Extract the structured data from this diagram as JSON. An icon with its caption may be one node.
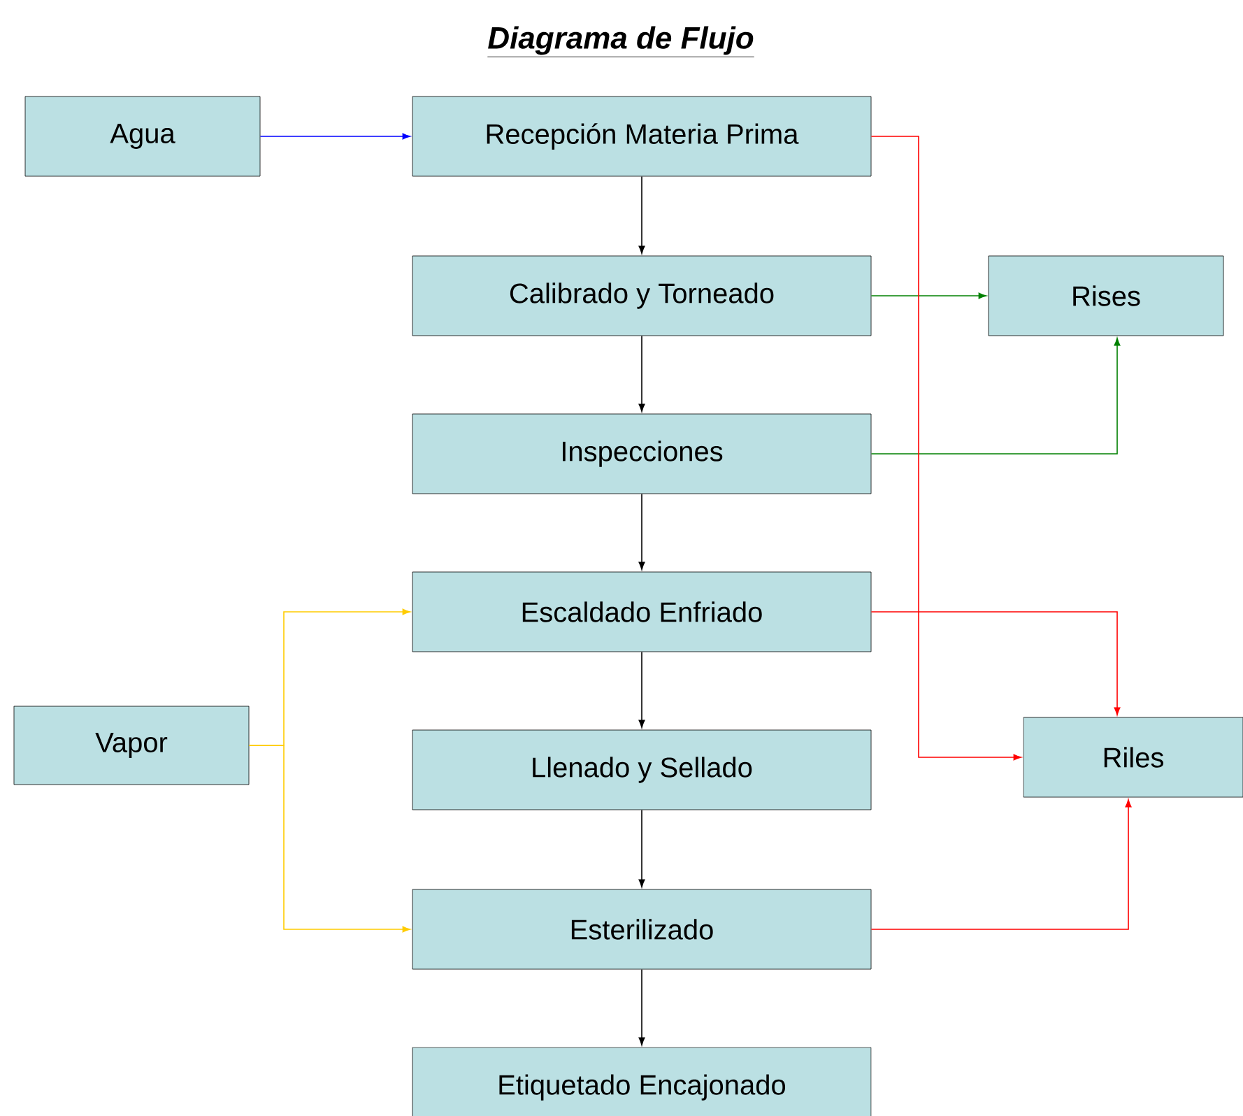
{
  "diagram": {
    "title": "Diagrama de Flujo",
    "nodes": [
      {
        "text": [
          "Agua"
        ]
      },
      {
        "text": [
          "Recepción Materia Prima"
        ]
      },
      {
        "text": [
          "Calibrado y Torneado"
        ]
      },
      {
        "text": [
          "Inspecciones"
        ]
      },
      {
        "text": [
          "Escaldado Enfriado"
        ]
      },
      {
        "text": [
          "Llenado y Sellado"
        ]
      },
      {
        "text": [
          "Esterilizado"
        ]
      },
      {
        "text": [
          "Etiquetado Encajonado"
        ]
      },
      {
        "text": [
          "Rises"
        ]
      },
      {
        "text": [
          "Vapor"
        ]
      },
      {
        "text": [
          "Riles"
        ]
      }
    ],
    "edges": [
      {
        "from": 0,
        "to": 1,
        "arrow": "to",
        "color": "#0000ff"
      },
      {
        "from": 1,
        "to": 2,
        "arrow": "to"
      },
      {
        "from": 2,
        "to": 3,
        "arrow": "to"
      },
      {
        "from": 3,
        "to": 4,
        "arrow": "to"
      },
      {
        "from": 4,
        "to": 5,
        "arrow": "to"
      },
      {
        "from": 5,
        "to": 6,
        "arrow": "to"
      },
      {
        "from": 6,
        "to": 7,
        "arrow": "to"
      },
      {
        "from": 2,
        "to": 8,
        "arrow": "to",
        "color": "#008000"
      },
      {
        "from": 3,
        "to": 8,
        "arrow": "to",
        "color": "#008000"
      },
      {
        "from": 1,
        "to": 10,
        "arrow": "to",
        "color": "#ff0000"
      },
      {
        "from": 4,
        "to": 10,
        "arrow": "to",
        "color": "#ff0000"
      },
      {
        "from": 6,
        "to": 10,
        "arrow": "to",
        "color": "#ff0000"
      },
      {
        "from": 9,
        "to": 4,
        "arrow": "to",
        "color": "#ffcc00"
      },
      {
        "from": 9,
        "to": 6,
        "arrow": "to",
        "color": "#ffcc00"
      }
    ]
  }
}
